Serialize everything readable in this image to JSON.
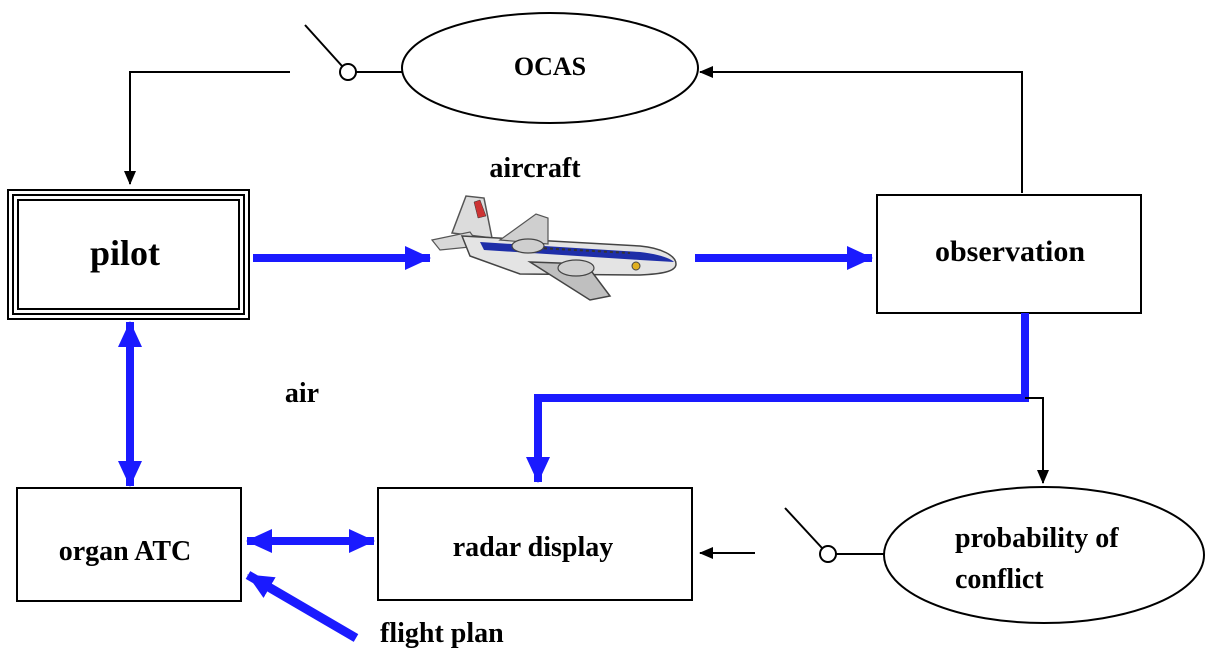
{
  "colors": {
    "primary_flow": "#1a1aff",
    "control_flow": "#000000",
    "background": "#ffffff"
  },
  "nodes": {
    "ocas": "OCAS",
    "pilot": "pilot",
    "aircraft": "aircraft",
    "observation": "observation",
    "organ_atc": "organ ATC",
    "radar_display": "radar display",
    "probability_of_conflict": [
      "probability of",
      "conflict"
    ]
  },
  "labels": {
    "air": "air",
    "flight_plan": "flight plan"
  },
  "icons": {
    "aircraft": "airplane-icon",
    "switch": "switch-icon"
  }
}
